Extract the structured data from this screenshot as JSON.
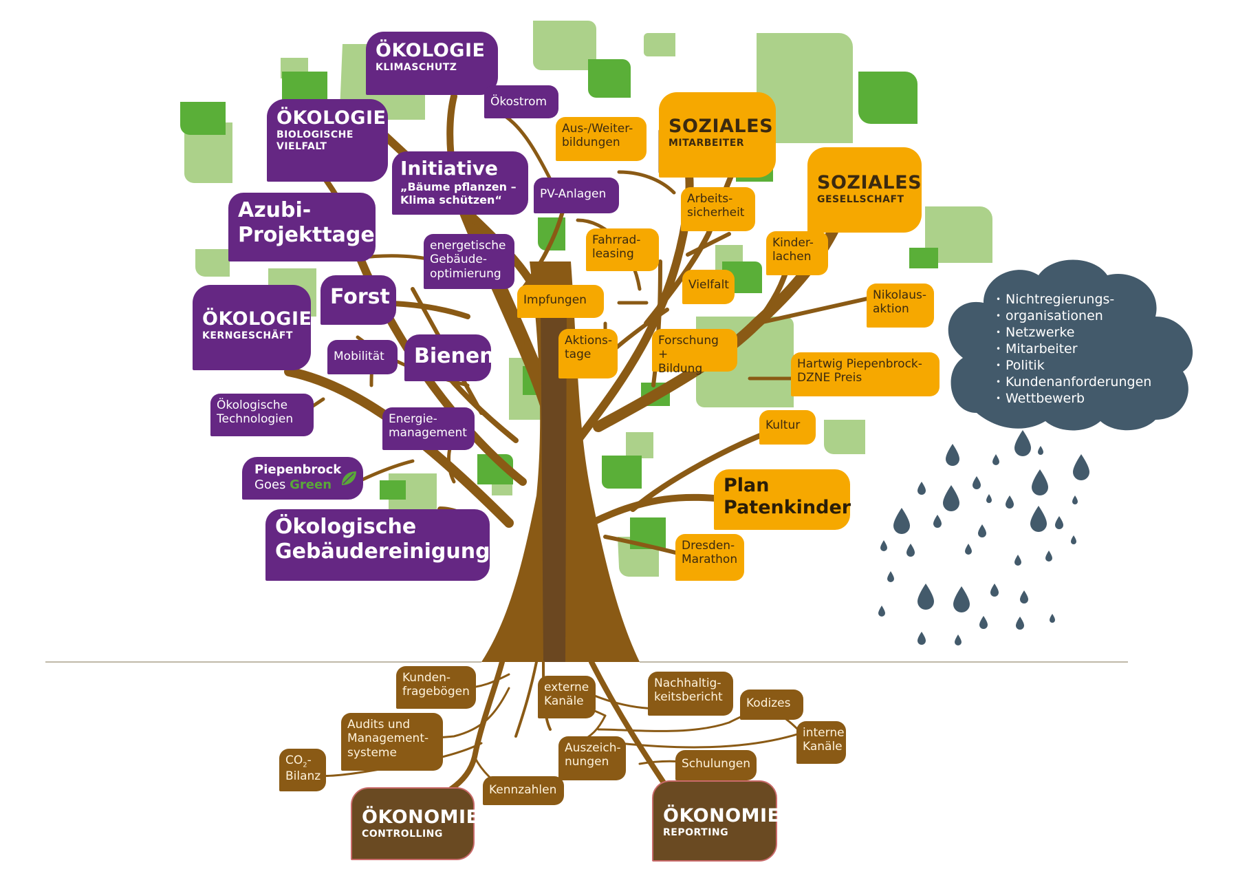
{
  "colors": {
    "purple": "#652783",
    "orange": "#f6a800",
    "brown_root": "#8a5a15",
    "dark_brown": "#6a4a22",
    "trunk": "#8a5a15",
    "leaf_light": "#acd18a",
    "leaf_dark": "#5aaf38",
    "cloud": "#435a6b"
  },
  "oekologie": {
    "klimaschutz": {
      "title": "ÖKOLOGIE",
      "subtitle": "KLIMASCHUTZ"
    },
    "biologische_vielfalt": {
      "title": "ÖKOLOGIE",
      "subtitle_line1": "BIOLOGISCHE",
      "subtitle_line2": "VIELFALT"
    },
    "kerngeschaeft": {
      "title": "ÖKOLOGIE",
      "subtitle": "KERNGESCHÄFT"
    },
    "oekostrom": "Ökostrom",
    "initiative": {
      "line1": "Initiative",
      "line2": "„Bäume pflanzen –",
      "line3": "Klima schützen“"
    },
    "pv_anlagen": "PV-Anlagen",
    "azubi": {
      "line1": "Azubi-",
      "line2": "Projekttage"
    },
    "gebaeude": {
      "line1": "energetische",
      "line2": "Gebäude-",
      "line3": "optimierung"
    },
    "forst": "Forst",
    "mobilitaet": "Mobilität",
    "bienen": "Bienen",
    "technologien": {
      "line1": "Ökologische",
      "line2": "Technologien"
    },
    "energie": {
      "line1": "Energie-",
      "line2": "management"
    },
    "pgg": {
      "line1": "Piepenbrock",
      "line2a": "Goes ",
      "line2b": "Green"
    },
    "reinigung": {
      "line1": "Ökologische",
      "line2": "Gebäudereinigung"
    }
  },
  "soziales": {
    "mitarbeiter": {
      "title": "SOZIALES",
      "subtitle": "MITARBEITER"
    },
    "gesellschaft": {
      "title": "SOZIALES",
      "subtitle": "GESELLSCHAFT"
    },
    "weiterbildungen": {
      "line1": "Aus-/Weiter-",
      "line2": "bildungen"
    },
    "arbeitssicherheit": {
      "line1": "Arbeits-",
      "line2": "sicherheit"
    },
    "fahrrad": {
      "line1": "Fahrrad-",
      "line2": "leasing"
    },
    "kinderlachen": {
      "line1": "Kinder-",
      "line2": "lachen"
    },
    "vielfalt": "Vielfalt",
    "impfungen": "Impfungen",
    "nikolaus": {
      "line1": "Nikolaus-",
      "line2": "aktion"
    },
    "aktionstage": {
      "line1": "Aktions-",
      "line2": "tage"
    },
    "forschung": {
      "line1": "Forschung +",
      "line2": "Bildung"
    },
    "hartwig": {
      "line1": "Hartwig Piepenbrock-",
      "line2": "DZNE Preis"
    },
    "kultur": "Kultur",
    "patenkinder": {
      "line1": "Plan",
      "line2": "Patenkinder"
    },
    "marathon": {
      "line1": "Dresden-",
      "line2": "Marathon"
    }
  },
  "oekonomie": {
    "controlling": {
      "title": "ÖKONOMIE",
      "subtitle": "CONTROLLING"
    },
    "reporting": {
      "title": "ÖKONOMIE",
      "subtitle": "REPORTING"
    },
    "kundenfrageboegen": {
      "line1": "Kunden-",
      "line2": "fragebögen"
    },
    "externe": {
      "line1": "externe",
      "line2": "Kanäle"
    },
    "nachhaltigkeitsbericht": {
      "line1": "Nachhaltig-",
      "line2": "keitsbericht"
    },
    "kodizes": "Kodizes",
    "audits": {
      "line1": "Audits und",
      "line2": "Management-",
      "line3": "systeme"
    },
    "interne": {
      "line1": "interne",
      "line2": "Kanäle"
    },
    "auszeichnungen": {
      "line1": "Auszeich-",
      "line2": "nungen"
    },
    "schulungen": "Schulungen",
    "co2": {
      "line1a": "CO",
      "line1sub": "2",
      "line1b": "-",
      "line2": "Bilanz"
    },
    "kennzahlen": "Kennzahlen"
  },
  "cloud": {
    "items": [
      "Nichtregierungs-",
      "organisationen",
      "Netzwerke",
      "Mitarbeiter",
      "Politik",
      "Kundenanforderungen",
      "Wettbewerb"
    ]
  }
}
